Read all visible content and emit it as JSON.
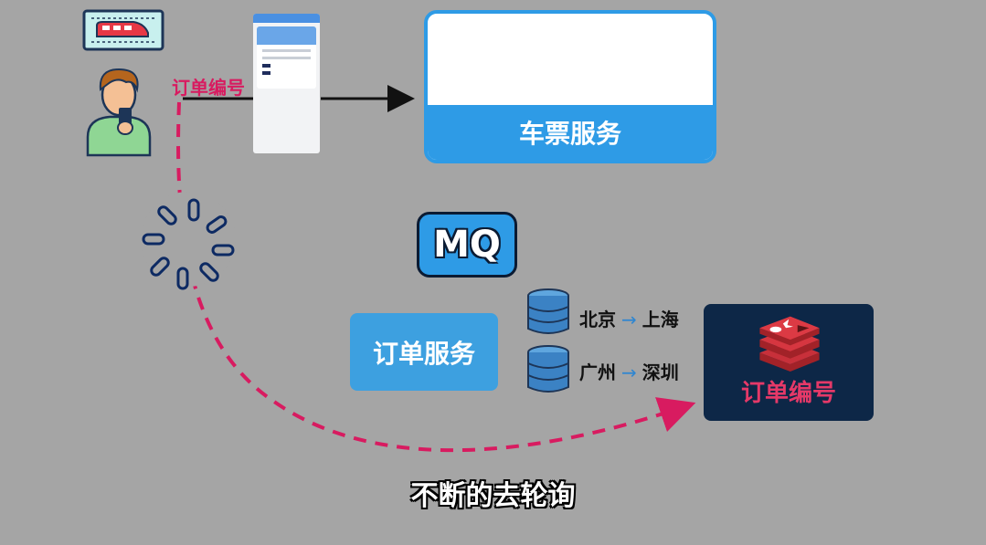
{
  "user_flow": {
    "order_number_label": "订单编号"
  },
  "ticket_service": {
    "label": "车票服务"
  },
  "mq": {
    "label": "MQ"
  },
  "order_service": {
    "label": "订单服务"
  },
  "databases": [
    {
      "from": "北京",
      "to": "上海"
    },
    {
      "from": "广州",
      "to": "深圳"
    }
  ],
  "route_arrow": "→",
  "redis_store": {
    "label": "订单编号"
  },
  "caption": "不断的去轮询",
  "colors": {
    "background": "#a5a5a5",
    "accent_blue": "#2e9be6",
    "order_pink": "#d81b60",
    "redis_red": "#c8303a",
    "redis_box_navy": "#0d2747",
    "loading_navy": "#0d2a63"
  }
}
